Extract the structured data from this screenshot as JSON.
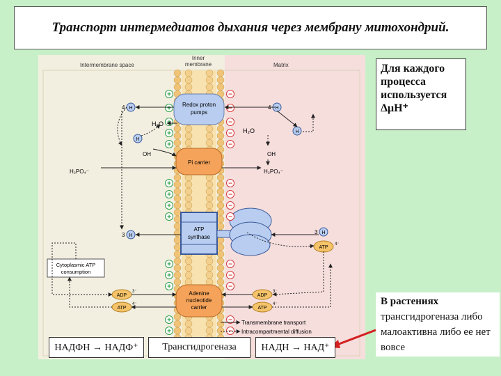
{
  "title": "Транспорт интермедиатов дыхания через мембрану митохондрий.",
  "note_top": "Для каждого процесса используется ΔμH⁺",
  "note_bottom": {
    "heading": "В растениях",
    "text": "трансгидрогеназа либо малоактивна либо ее нет вовсе"
  },
  "boxes": {
    "left": "НАДФН → НАДФ⁺",
    "middle": "Трансгидрогеназа",
    "right": "НАДН → НАД⁺"
  },
  "figure": {
    "regions": {
      "intermembrane": "Intermembrane space",
      "inner": "Inner",
      "inner2": "membrane",
      "matrix": "Matrix"
    },
    "proteins": {
      "redox1": "Redox proton",
      "redox2": "pumps",
      "pi1": "P",
      "pi2": "i carrier",
      "atp1": "ATP",
      "atp2": "synthase",
      "adenine1": "Adenine",
      "adenine2": "nucleotide",
      "adenine3": "carrier"
    },
    "chem": {
      "h_left_top": "4",
      "h2o": "H₂O",
      "oh_left": "OH",
      "h2po4_left": "H₂PO₄⁻",
      "h_left_atp": "3",
      "h2o_right": "H₂O",
      "oh_right": "OH",
      "h2po4_right": "H₂PO₄⁻",
      "h_right_atp": "3",
      "h_right_top": "4",
      "adp_left": "ADP",
      "atp_left": "ATP",
      "adp_right": "ADP",
      "atp_right": "ATP",
      "atp_matrix": "ATP",
      "charge3": "3⁻",
      "charge4": "4⁻"
    },
    "cyto1": "Cytoplasmic ATP",
    "cyto2": "consumption",
    "legend": {
      "transmembrane": "Transmembrane transport",
      "intracompartmental": "Intracompartmental diffusion"
    },
    "colors": {
      "intermembrane_bg": "#f2efe0",
      "membrane_head": "#f0c478",
      "matrix_bg": "#f6dedd",
      "protein_blue": "#b8cdf0",
      "carrier_orange": "#f5a35a",
      "plus_green": "#2e9e48",
      "minus_red": "#d43b3b"
    }
  }
}
